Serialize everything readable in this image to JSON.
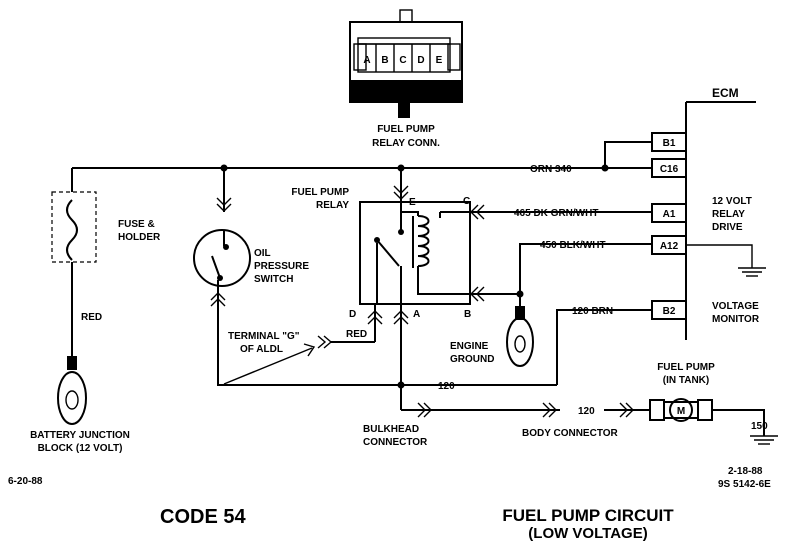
{
  "connector": {
    "pins": [
      "A",
      "B",
      "C",
      "D",
      "E"
    ],
    "label": [
      "FUEL PUMP",
      "RELAY CONN."
    ]
  },
  "ecm": {
    "title": "ECM",
    "pins": [
      "B1",
      "C16",
      "A1",
      "A12",
      "B2"
    ],
    "relay_drive": [
      "12 VOLT",
      "RELAY",
      "DRIVE"
    ],
    "voltage_monitor": [
      "VOLTAGE",
      "MONITOR"
    ]
  },
  "wires": {
    "orn": "ORN 340",
    "dk_grn": "465 DK GRN/WHT",
    "blk": "450 BLK/WHT",
    "brn": "120 BRN",
    "red_fuse": "RED",
    "red_term": "RED",
    "w120_lower": "120",
    "w120_body": "120",
    "w150": "150"
  },
  "relay": {
    "label": [
      "FUEL PUMP",
      "RELAY"
    ],
    "terminals": {
      "e": "E",
      "c": "C",
      "d": "D",
      "a": "A",
      "b": "B"
    }
  },
  "fuse": {
    "label": [
      "FUSE &",
      "HOLDER"
    ]
  },
  "oil_switch": {
    "label": [
      "OIL",
      "PRESSURE",
      "SWITCH"
    ]
  },
  "battery": {
    "label": [
      "BATTERY JUNCTION",
      "BLOCK (12 VOLT)"
    ]
  },
  "terminal_g": {
    "label": [
      "TERMINAL \"G\"",
      "OF ALDL"
    ]
  },
  "engine_ground": {
    "label": [
      "ENGINE",
      "GROUND"
    ]
  },
  "bulkhead": {
    "label": [
      "BULKHEAD",
      "CONNECTOR"
    ]
  },
  "body_connector": {
    "label": "BODY CONNECTOR"
  },
  "fuel_pump": {
    "label": [
      "FUEL PUMP",
      "(IN TANK)"
    ],
    "motor": "M"
  },
  "footer": {
    "date_left": "6-20-88",
    "date_right": "2-18-88",
    "ref": "9S 5142-6E",
    "code": "CODE 54",
    "title": "FUEL PUMP CIRCUIT",
    "subtitle": "(LOW VOLTAGE)"
  }
}
